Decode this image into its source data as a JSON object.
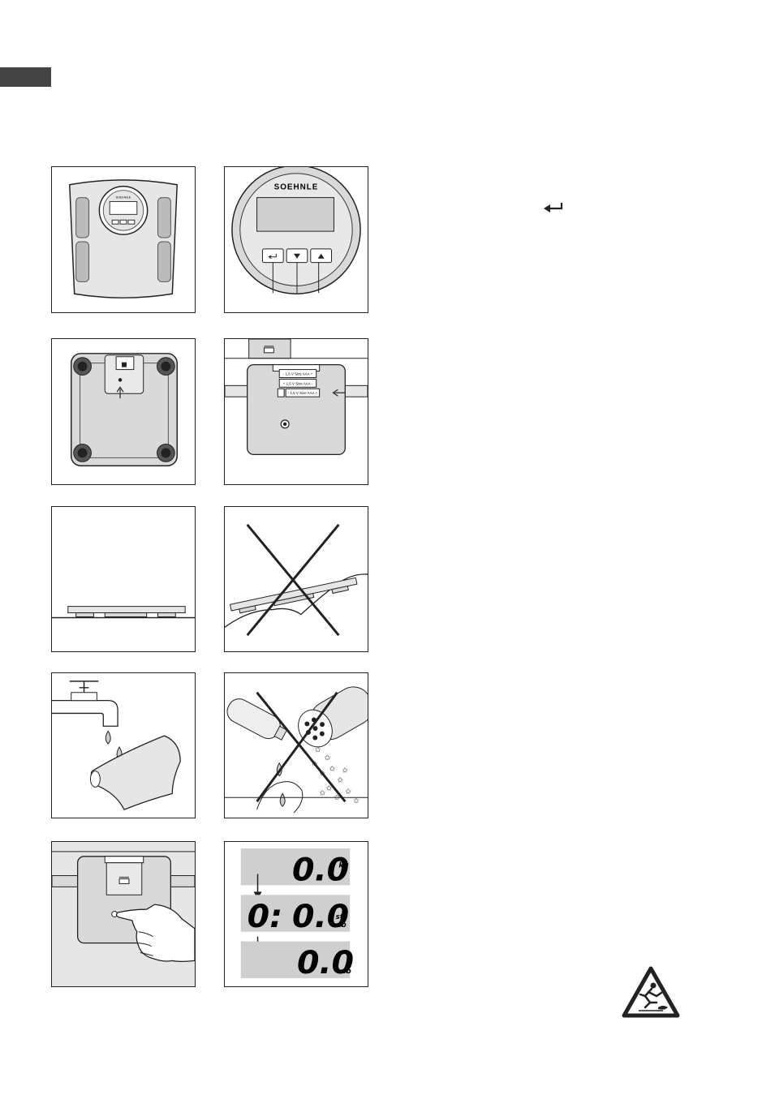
{
  "page": {
    "section_tab": "",
    "colors": {
      "ink": "#222222",
      "panel_gray": "#d9d9d9",
      "display_gray": "#cfcfcf",
      "tab": "#444444"
    }
  },
  "figures": {
    "display": {
      "brand": "SOEHNLE"
    },
    "battery": {
      "labels": [
        "- 1,5 V Size AAA +",
        "+ 1,5 V Size AAA -",
        "- 1,5 V Size AAA +"
      ]
    },
    "units_display": {
      "rows": [
        {
          "digits": "0.0",
          "unit": "kg"
        },
        {
          "prefix": "0:",
          "digits": "0.0",
          "unit_top": "st",
          "unit_bottom": "lb"
        },
        {
          "digits": "0.0",
          "unit": "lb"
        }
      ]
    }
  },
  "icons": [
    "enter-key-icon",
    "slippery-floor-warning-icon"
  ]
}
